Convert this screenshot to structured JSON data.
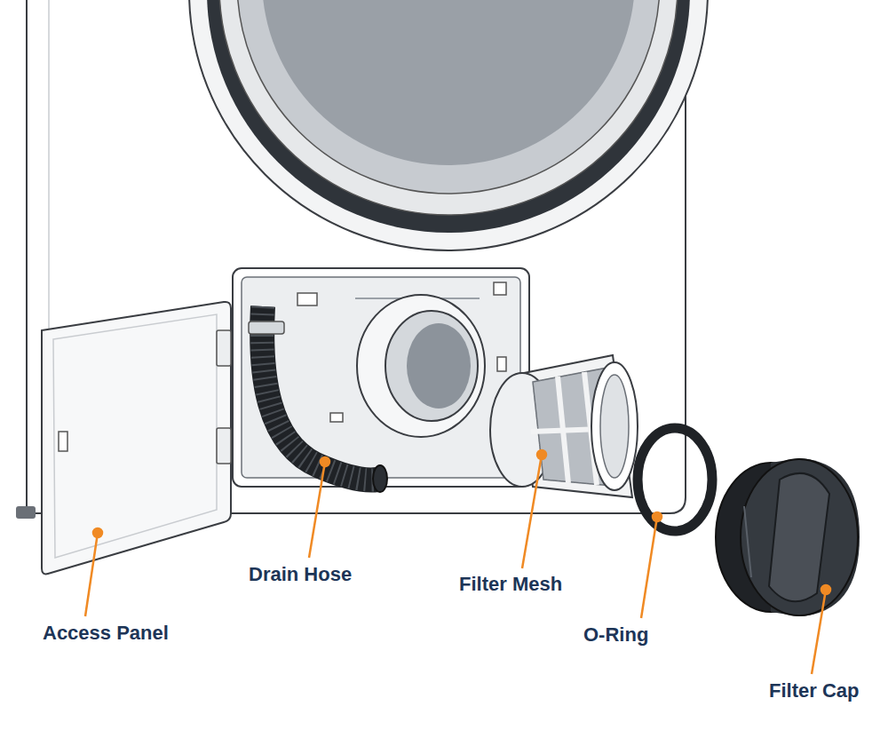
{
  "diagram": {
    "labels": [
      "Access Panel",
      "Drain Hose",
      "Filter Mesh",
      "O-Ring",
      "Filter Cap"
    ]
  }
}
